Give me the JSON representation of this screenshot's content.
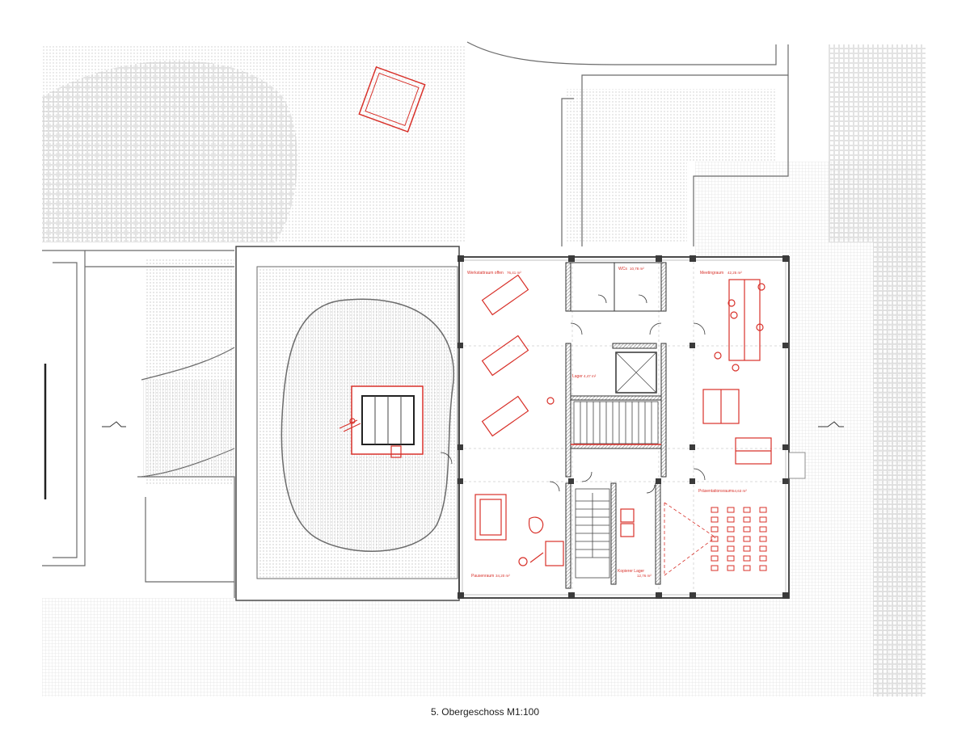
{
  "caption": "5. Obergeschoss M1:100",
  "colors": {
    "wall": "#4a4a4a",
    "line": "#6b6b6b",
    "hatch": "#c8c8c8",
    "furniture": "#d8312a",
    "background": "#ffffff"
  },
  "rooms": {
    "workshop": {
      "label": "Werkstattraum offen",
      "area": "76,41 m²"
    },
    "meeting": {
      "label": "Meetingraum",
      "area": "42,25 m²"
    },
    "wc": {
      "label": "WCs",
      "area": "10,78 m²"
    },
    "storage": {
      "label": "Lager",
      "area": "4,47 m²"
    },
    "break": {
      "label": "Pausenraum",
      "area": "34,20 m²"
    },
    "copier": {
      "label": "Kopierer Lager",
      "area": "12,76 m²"
    },
    "presentation": {
      "label": "Präsentationsraum",
      "area": "54,63 m²"
    }
  },
  "icons": [
    "section-marker-icon",
    "north-arrow-icon"
  ]
}
